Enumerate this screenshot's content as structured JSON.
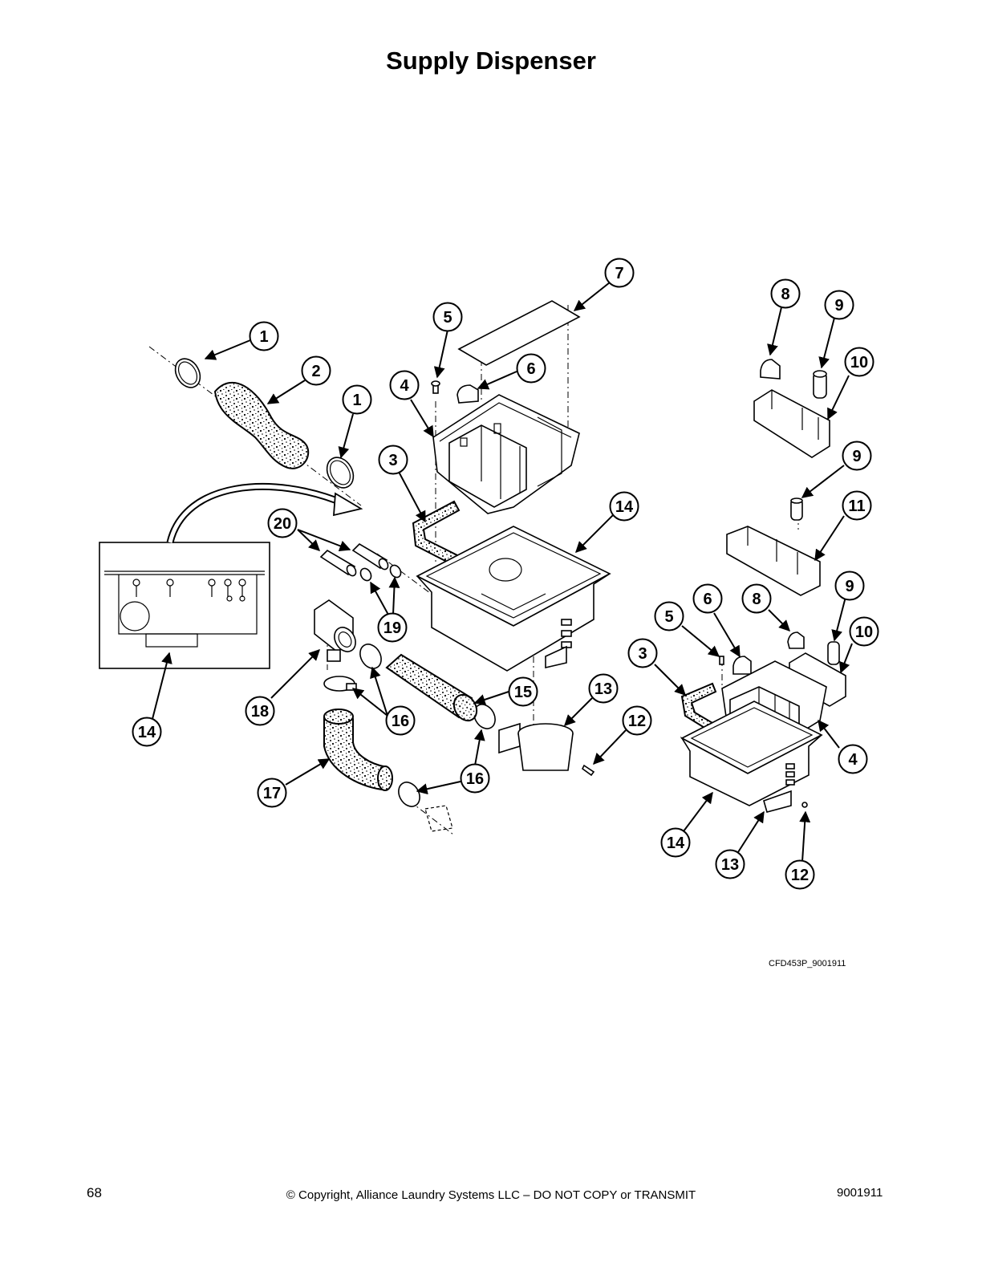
{
  "title": "Supply Dispenser",
  "figure_code": "CFD453P_9001911",
  "footer": {
    "page_number": "68",
    "copyright": "© Copyright, Alliance Laundry Systems LLC – DO NOT COPY or TRANSMIT",
    "doc_number": "9001911"
  },
  "callouts": [
    {
      "id": "c1a",
      "label": "1"
    },
    {
      "id": "c2",
      "label": "2"
    },
    {
      "id": "c1b",
      "label": "1"
    },
    {
      "id": "c3a",
      "label": "3"
    },
    {
      "id": "c4a",
      "label": "4"
    },
    {
      "id": "c5a",
      "label": "5"
    },
    {
      "id": "c6a",
      "label": "6"
    },
    {
      "id": "c7",
      "label": "7"
    },
    {
      "id": "c14a",
      "label": "14"
    },
    {
      "id": "c20",
      "label": "20"
    },
    {
      "id": "c19",
      "label": "19"
    },
    {
      "id": "c14b",
      "label": "14"
    },
    {
      "id": "c18",
      "label": "18"
    },
    {
      "id": "c16a",
      "label": "16"
    },
    {
      "id": "c15",
      "label": "15"
    },
    {
      "id": "c13a",
      "label": "13"
    },
    {
      "id": "c12a",
      "label": "12"
    },
    {
      "id": "c17",
      "label": "17"
    },
    {
      "id": "c16b",
      "label": "16"
    },
    {
      "id": "c8a",
      "label": "8"
    },
    {
      "id": "c9a",
      "label": "9"
    },
    {
      "id": "c10a",
      "label": "10"
    },
    {
      "id": "c9b",
      "label": "9"
    },
    {
      "id": "c11",
      "label": "11"
    },
    {
      "id": "c9c",
      "label": "9"
    },
    {
      "id": "c10b",
      "label": "10"
    },
    {
      "id": "c6b",
      "label": "6"
    },
    {
      "id": "c8b",
      "label": "8"
    },
    {
      "id": "c5b",
      "label": "5"
    },
    {
      "id": "c3b",
      "label": "3"
    },
    {
      "id": "c4b",
      "label": "4"
    },
    {
      "id": "c14c",
      "label": "14"
    },
    {
      "id": "c13b",
      "label": "13"
    },
    {
      "id": "c12b",
      "label": "12"
    }
  ]
}
